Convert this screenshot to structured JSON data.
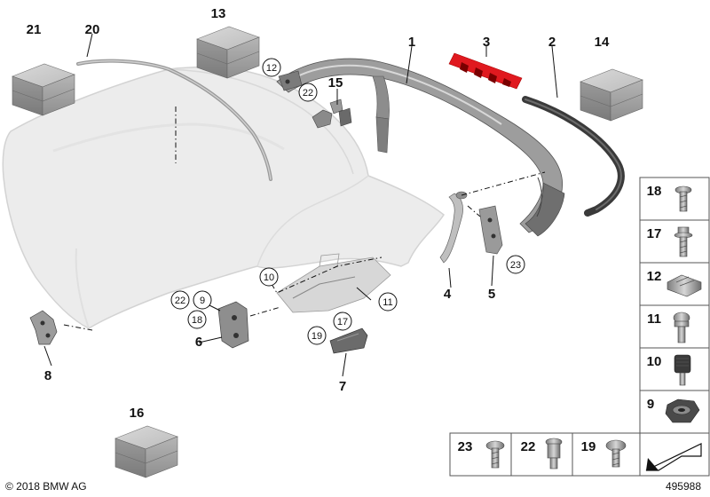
{
  "parts": {
    "p1": "1",
    "p2": "2",
    "p3": "3",
    "p4": "4",
    "p5": "5",
    "p6": "6",
    "p7": "7",
    "p8": "8",
    "p9": "9",
    "p10": "10",
    "p11": "11",
    "p12": "12",
    "p13": "13",
    "p14": "14",
    "p15": "15",
    "p16": "16",
    "p17": "17",
    "p18": "18",
    "p19": "19",
    "p20": "20",
    "p21": "21",
    "p22": "22",
    "p23": "23"
  },
  "side_panel": [
    "18",
    "17",
    "12",
    "11",
    "10",
    "9"
  ],
  "bottom_panel": [
    "23",
    "22",
    "19"
  ],
  "footer": {
    "copyright": "© 2018 BMW AG",
    "diagram_id": "495988"
  },
  "colors": {
    "highlight": "#e0191f",
    "soft_top": "#ebebeb",
    "kit_box": "#8c8c8c"
  }
}
